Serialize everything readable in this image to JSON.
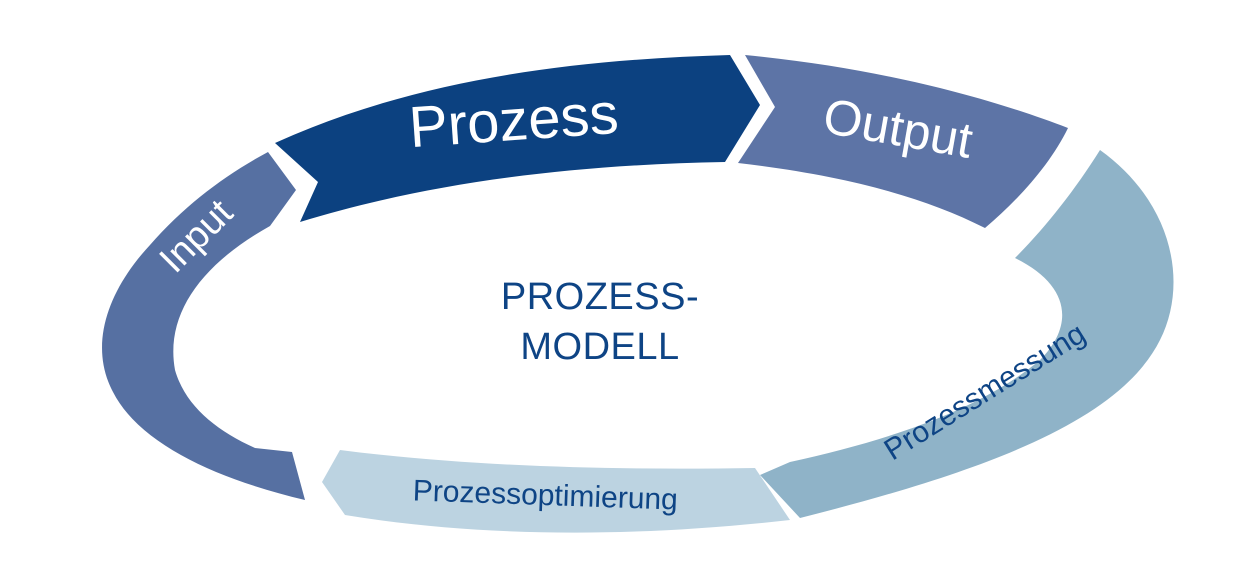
{
  "diagram": {
    "segments": [
      {
        "id": "input",
        "label": "Input",
        "color": "#5670a2"
      },
      {
        "id": "prozess",
        "label": "Prozess",
        "color": "#0c4180"
      },
      {
        "id": "output",
        "label": "Output",
        "color": "#5d74a6"
      },
      {
        "id": "prozessmessung",
        "label": "Prozessmessung",
        "color": "#8fb3c8"
      },
      {
        "id": "prozessoptimierung",
        "label": "Prozessoptimierung",
        "color": "#bcd3e1"
      }
    ],
    "center": {
      "line1": "PROZESS-",
      "line2": "MODELL"
    },
    "text_colors": {
      "light": "#ffffff",
      "dark": "#0e4485"
    }
  }
}
